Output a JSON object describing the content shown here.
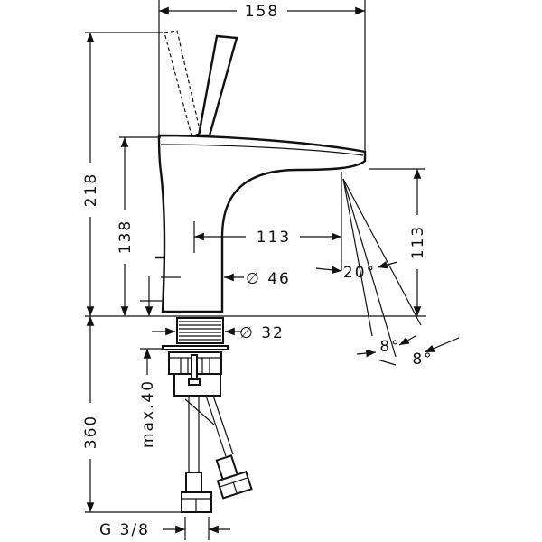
{
  "dimensions": {
    "width_total": "158",
    "height_total": "218",
    "spout_height": "138",
    "spout_reach": "113",
    "spout_outlet_height": "113",
    "spray_angle": "20°",
    "body_diameter": "∅ 46",
    "shank_diameter": "∅ 32",
    "angle_left": "8°",
    "angle_right": "8°",
    "hose_length": "360",
    "max_thickness": "max.40",
    "thread": "G 3/8"
  }
}
